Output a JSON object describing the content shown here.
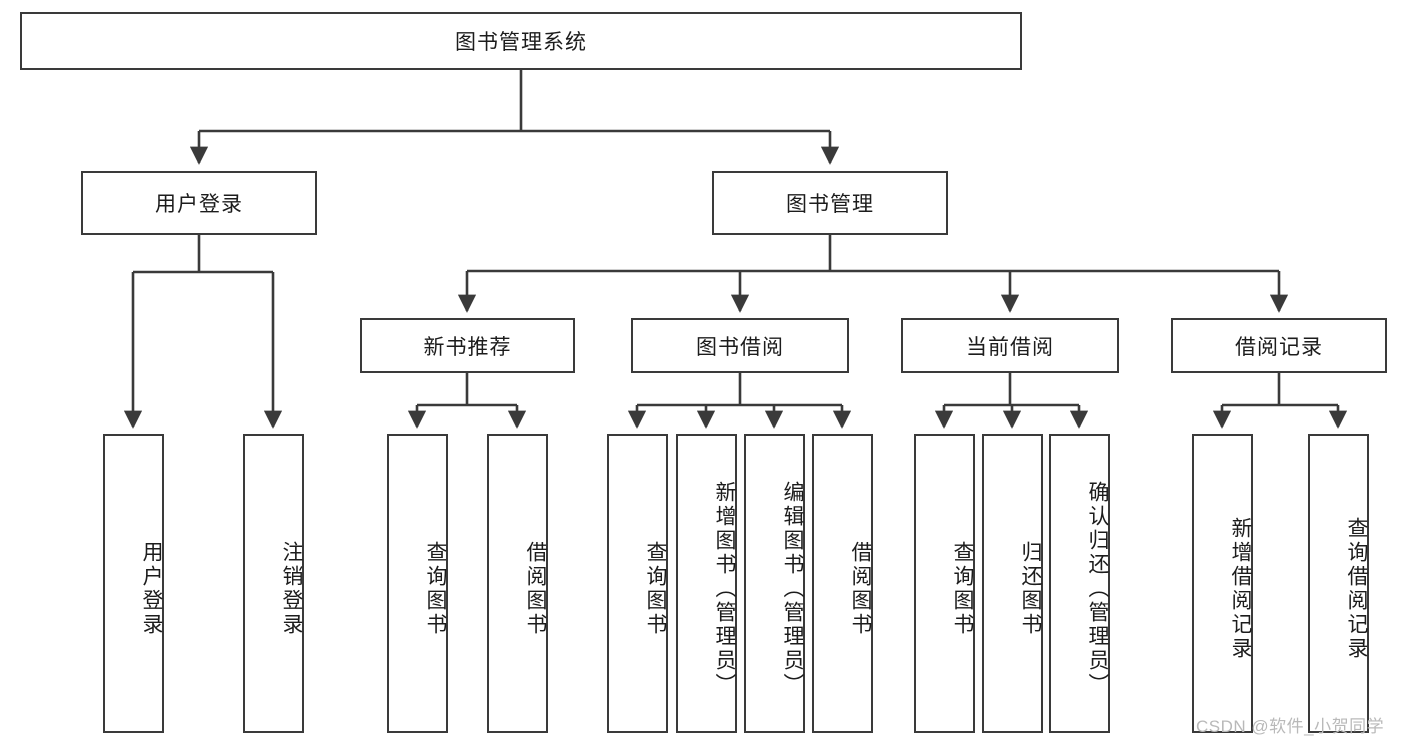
{
  "diagram": {
    "type": "tree-hierarchy-chart",
    "title": "图书管理系统",
    "watermark": "CSDN @软件_小贺同学",
    "colors": {
      "box_border": "#3a3a3a",
      "box_fill": "#ffffff",
      "connector": "#3a3a3a",
      "text": "#1c1c1c",
      "watermark": "#b9b9b9"
    },
    "root": {
      "label": "图书管理系统"
    },
    "level1": [
      {
        "label": "用户登录"
      },
      {
        "label": "图书管理"
      }
    ],
    "level2": [
      {
        "label": "新书推荐"
      },
      {
        "label": "图书借阅"
      },
      {
        "label": "当前借阅"
      },
      {
        "label": "借阅记录"
      }
    ],
    "leaves": {
      "user_login": [
        {
          "label": "用户登录"
        },
        {
          "label": "注销登录"
        }
      ],
      "new_book_recommend": [
        {
          "label": "查询图书"
        },
        {
          "label": "借阅图书"
        }
      ],
      "book_borrow": [
        {
          "label": "查询图书"
        },
        {
          "label": "新增图书（管理员）"
        },
        {
          "label": "编辑图书（管理员）"
        },
        {
          "label": "借阅图书"
        }
      ],
      "current_borrow": [
        {
          "label": "查询图书"
        },
        {
          "label": "归还图书"
        },
        {
          "label": "确认归还（管理员）"
        }
      ],
      "borrow_record": [
        {
          "label": "新增借阅记录"
        },
        {
          "label": "查询借阅记录"
        }
      ]
    }
  }
}
